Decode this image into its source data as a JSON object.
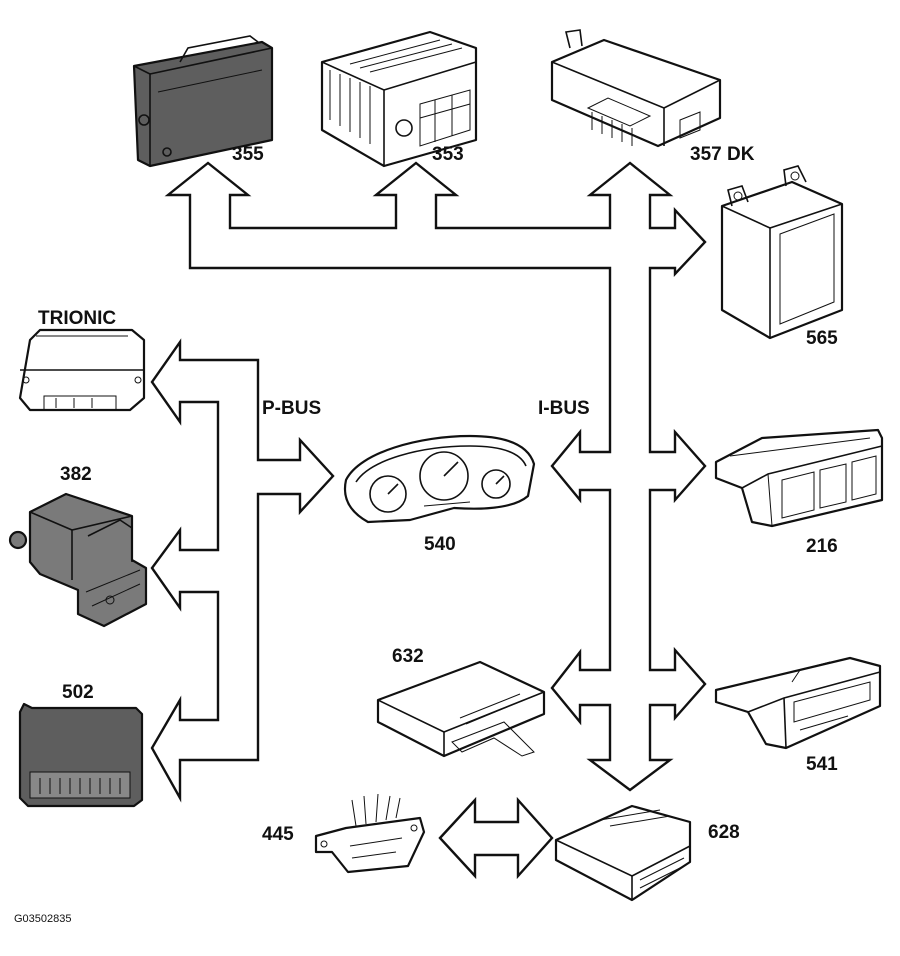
{
  "labels": {
    "p_bus": "P-BUS",
    "i_bus": "I-BUS",
    "trionic": "TRIONIC",
    "ref_code": "G03502835"
  },
  "components": {
    "c355": "355",
    "c353": "353",
    "c357dk": "357 DK",
    "c565": "565",
    "c382": "382",
    "c502": "502",
    "c540": "540",
    "c216": "216",
    "c632": "632",
    "c541": "541",
    "c445": "445",
    "c628": "628"
  }
}
